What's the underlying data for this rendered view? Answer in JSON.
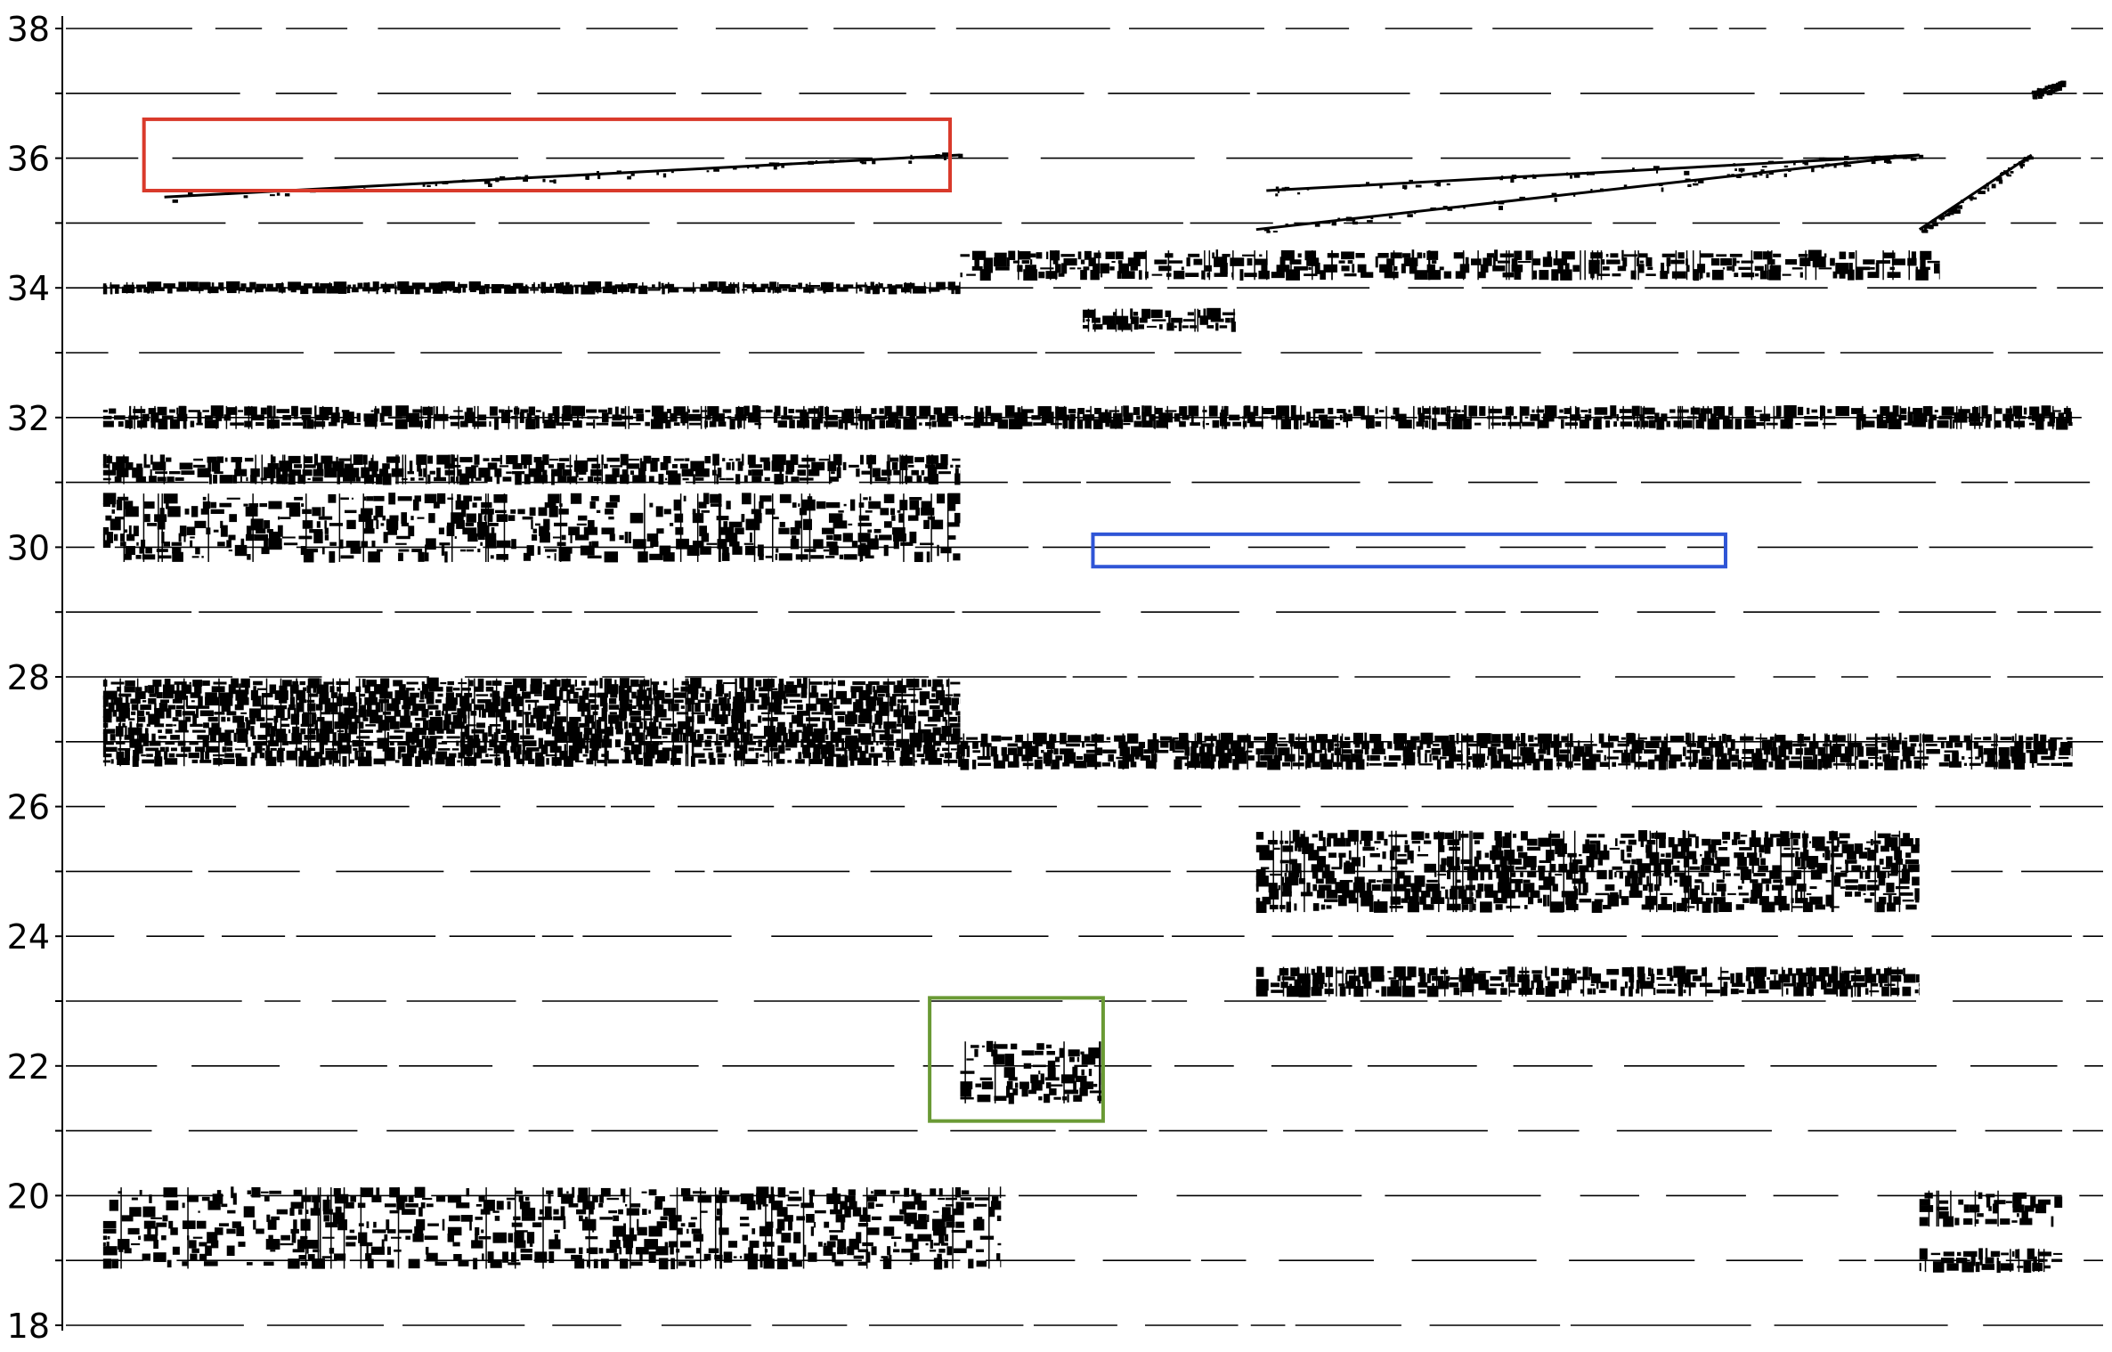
{
  "chart_data": {
    "type": "scatter",
    "ylim": [
      18,
      38
    ],
    "xlim": [
      0,
      100
    ],
    "y_ticks": [
      18,
      20,
      22,
      24,
      26,
      28,
      30,
      32,
      34,
      36,
      38
    ],
    "y_tick_labels": [
      "18",
      "20",
      "22",
      "24",
      "26",
      "28",
      "30",
      "32",
      "34",
      "36",
      "38"
    ],
    "grid": {
      "y_lines": true,
      "style": "broken horizontal dashes"
    },
    "legend": "none",
    "colors": {
      "ink": "#000000",
      "background": "#ffffff",
      "red_box": "#d93a2b",
      "blue_box": "#2f55d6",
      "green_box": "#6a9a35"
    },
    "bands": [
      {
        "y": 34.0,
        "x": [
          2,
          44
        ],
        "thickness": 0.12,
        "density": 0.95
      },
      {
        "y": 34.35,
        "x": [
          44,
          92
        ],
        "thickness": 0.4,
        "density": 0.7
      },
      {
        "y": 33.5,
        "x": [
          50,
          57.5
        ],
        "thickness": 0.3,
        "density": 0.85
      },
      {
        "y": 32.0,
        "x": [
          2,
          98.5
        ],
        "thickness": 0.3,
        "density": 0.9
      },
      {
        "y": 31.2,
        "x": [
          2,
          44
        ],
        "thickness": 0.4,
        "density": 0.8
      },
      {
        "y": 30.3,
        "x": [
          2,
          44
        ],
        "thickness": 1.0,
        "density": 0.5
      },
      {
        "y": 27.3,
        "x": [
          2,
          44
        ],
        "thickness": 1.3,
        "density": 0.9
      },
      {
        "y": 26.85,
        "x": [
          44,
          98.5
        ],
        "thickness": 0.5,
        "density": 0.9
      },
      {
        "y": 25.0,
        "x": [
          58.5,
          91
        ],
        "thickness": 1.2,
        "density": 0.7
      },
      {
        "y": 23.3,
        "x": [
          58.5,
          91
        ],
        "thickness": 0.4,
        "density": 0.85
      },
      {
        "y": 21.9,
        "x": [
          44,
          51
        ],
        "thickness": 0.9,
        "density": 0.6
      },
      {
        "y": 19.5,
        "x": [
          2,
          46
        ],
        "thickness": 1.2,
        "density": 0.45
      },
      {
        "y": 19.8,
        "x": [
          91,
          98
        ],
        "thickness": 0.5,
        "density": 0.7
      },
      {
        "y": 19.0,
        "x": [
          91,
          98
        ],
        "thickness": 0.3,
        "density": 0.7
      }
    ],
    "lines": [
      {
        "x": [
          5,
          44
        ],
        "y": [
          35.4,
          36.05
        ]
      },
      {
        "x": [
          59,
          91
        ],
        "y": [
          35.5,
          36.05
        ]
      },
      {
        "x": [
          58.5,
          91
        ],
        "y": [
          34.9,
          36.05
        ]
      },
      {
        "x": [
          91,
          96.5
        ],
        "y": [
          34.9,
          36.05
        ]
      },
      {
        "x": [
          96.5,
          98
        ],
        "y": [
          37.0,
          37.15
        ]
      }
    ],
    "annotation_boxes": [
      {
        "color": "red",
        "x": [
          4.0,
          43.5
        ],
        "y": [
          35.5,
          36.6
        ]
      },
      {
        "color": "blue",
        "x": [
          50.5,
          81.5
        ],
        "y": [
          29.7,
          30.2
        ]
      },
      {
        "color": "green",
        "x": [
          42.5,
          51.0
        ],
        "y": [
          21.15,
          23.05
        ]
      }
    ]
  }
}
